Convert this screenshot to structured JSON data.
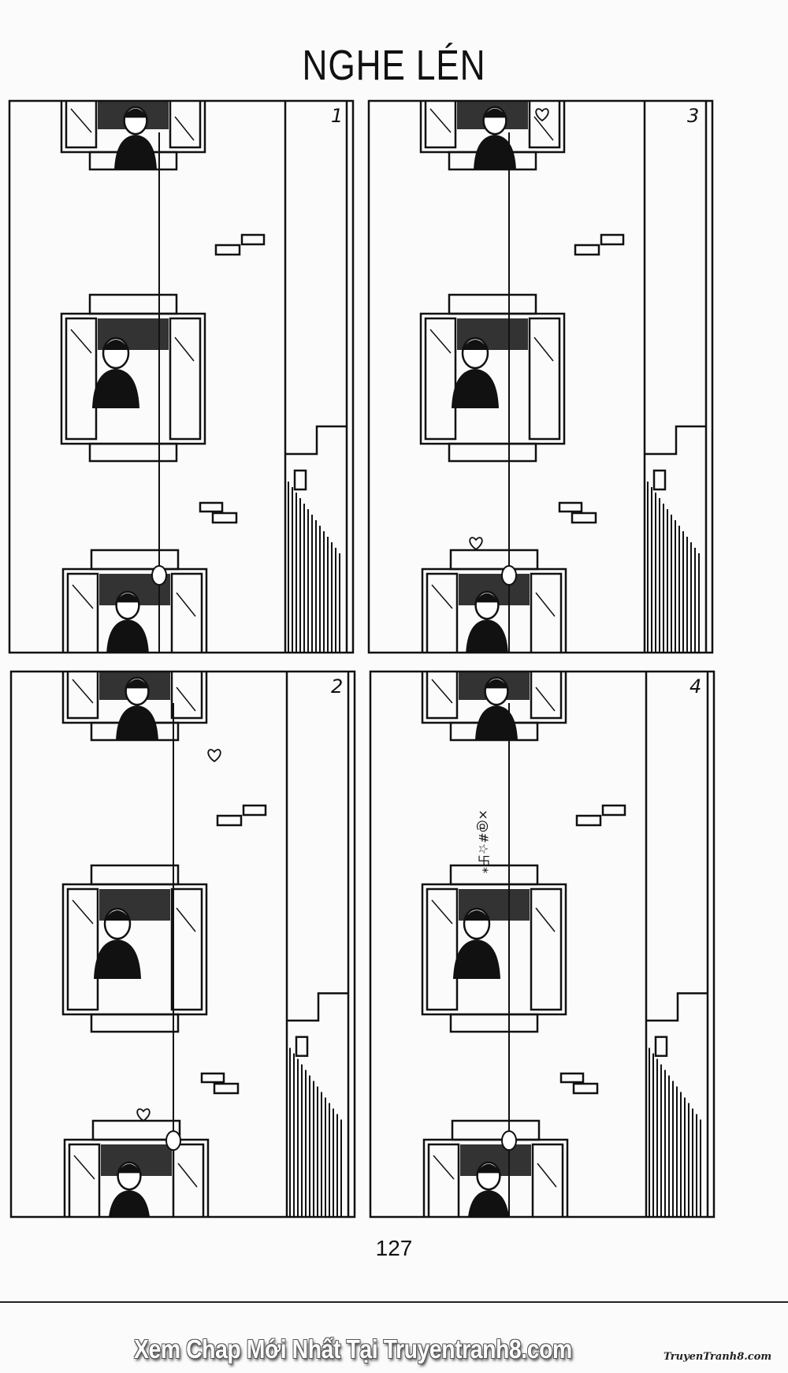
{
  "page": {
    "title": "NGHE LÉN",
    "page_number": "127",
    "footer_banner": "Xem Chap Mới Nhất Tại Truyentranh8.com",
    "watermark": "TruyenTranh8.com"
  },
  "panels": [
    {
      "number": "1",
      "scene": "man-lowering-string"
    },
    {
      "number": "3",
      "scene": "old-woman-with-can-phone"
    },
    {
      "number": "2",
      "scene": "couple-talking-with-can-phone"
    },
    {
      "number": "4",
      "scene": "old-woman-cursing"
    }
  ],
  "panel4_symbols": "×@#☆卐*",
  "colors": {
    "ink": "#111111",
    "paper": "#fbfbfb"
  }
}
